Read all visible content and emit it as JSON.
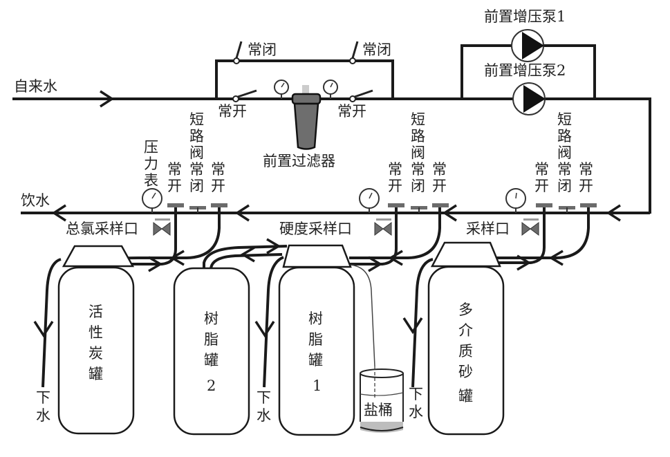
{
  "diagram": {
    "title": "Water treatment system flow diagram",
    "labels": {
      "tap_water": "自来水",
      "drinking_water": "饮水",
      "prefilter": "前置过滤器",
      "pump1": "前置增压泵1",
      "pump2": "前置增压泵2",
      "normally_closed": "常闭",
      "normally_open": "常开",
      "pressure_gauge": "压力表",
      "bypass_valve": "短路阀",
      "total_chlorine_sampling_port": "总氯采样口",
      "hardness_sampling_port": "硬度采样口",
      "sampling_port": "采样口",
      "drain": "下水",
      "salt_bucket": "盐桶"
    },
    "tanks": [
      {
        "id": "activated-carbon",
        "name": "活性炭罐",
        "chars": [
          "活",
          "性",
          "炭",
          "罐"
        ]
      },
      {
        "id": "resin-2",
        "name": "树脂罐2",
        "chars": [
          "树",
          "脂",
          "罐",
          "2"
        ]
      },
      {
        "id": "resin-1",
        "name": "树脂罐1",
        "chars": [
          "树",
          "脂",
          "罐",
          "1"
        ]
      },
      {
        "id": "multimedia-sand",
        "name": "多介质砂罐",
        "chars": [
          "多",
          "介",
          "质",
          "砂",
          "罐"
        ]
      }
    ],
    "colors": {
      "pipe": "#1a1a1a",
      "filter_body": "#6e6e6e",
      "valve": "#6b6b6b",
      "salt_fill": "#bdbdbd"
    }
  }
}
